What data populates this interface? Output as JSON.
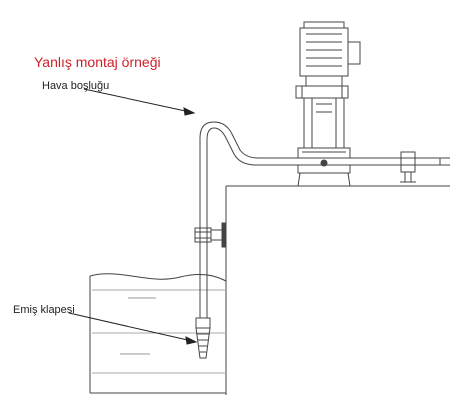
{
  "title": "Yanlış montaj örneği",
  "labels": {
    "air_gap": "Hava boşluğu",
    "foot_valve": "Emiş klapesi"
  },
  "colors": {
    "title": "#d0202a",
    "line": "#444444",
    "text": "#222222",
    "water": "#999999"
  }
}
